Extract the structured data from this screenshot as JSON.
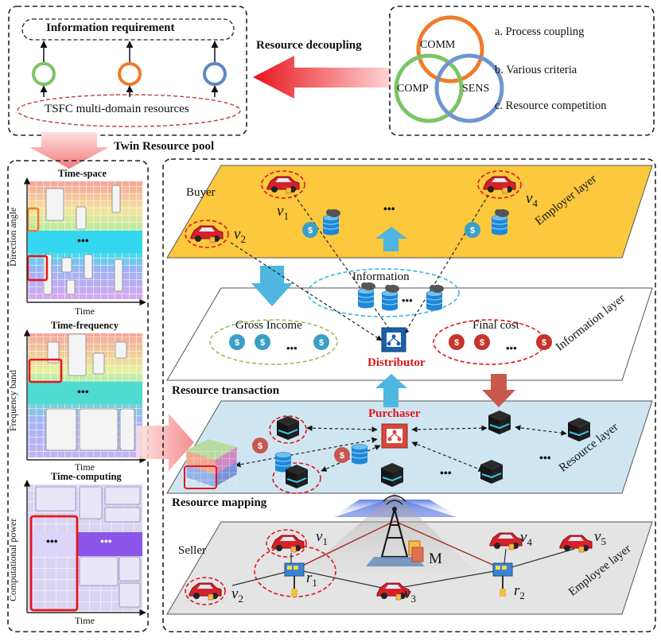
{
  "top_left": {
    "info_requirement": "Information requirement",
    "tsfc_resources": "TSFC multi-domain resources",
    "twin_pool": "Twin Resource pool",
    "ring_colors": [
      "#7cc464",
      "#ef7b2a",
      "#5b89c6"
    ]
  },
  "top_right": {
    "decoupling_label": "Resource decoupling",
    "circles": {
      "comm": "COMM",
      "comp": "COMP",
      "sens": "SENS"
    },
    "challenges": [
      "a. Process coupling",
      "b. Various criteria",
      "c. Resource competition"
    ]
  },
  "left_panel": {
    "time_space": {
      "title": "Time-space",
      "ylabel": "Direction angle",
      "xlabel": "Time",
      "dots": "•••"
    },
    "time_frequency": {
      "title": "Time-frequency",
      "ylabel": "Frequency band",
      "xlabel": "Time",
      "dots": "•••"
    },
    "time_computing": {
      "title": "Time-computing",
      "ylabel": "Computational power",
      "xlabel": "Time",
      "dots_a": "•••",
      "dots_b": "•••"
    }
  },
  "layers": {
    "employer": {
      "name": "Employer layer",
      "buyer": "Buyer",
      "v1": "v",
      "v1_sub": "1",
      "v2": "v",
      "v2_sub": "2",
      "v4": "v",
      "v4_sub": "4",
      "dots": "•••"
    },
    "information": {
      "name": "Information layer",
      "info": "Information",
      "gross_income": "Gross Income",
      "final_cost": "Final cost",
      "distributor": "Distributor",
      "dots": "•••"
    },
    "resource": {
      "name": "Resource layer",
      "purchaser": "Purchaser",
      "dots1": "•••",
      "dots2": "•••"
    },
    "employee": {
      "name": "Employee layer",
      "seller": "Seller",
      "m": "M",
      "v1": "v",
      "v1_sub": "1",
      "v2": "v",
      "v2_sub": "2",
      "v3": "v",
      "v3_sub": "3",
      "v4": "v",
      "v4_sub": "4",
      "v5": "v",
      "v5_sub": "5",
      "r1": "r",
      "r1_sub": "1",
      "r2": "r",
      "r2_sub": "2"
    }
  },
  "section_labels": {
    "transaction": "Resource transaction",
    "mapping": "Resource mapping"
  },
  "colors": {
    "employer_layer": "#fbc83e",
    "info_layer": "#ffffff",
    "resource_layer": "#cfe6f2",
    "employee_layer": "#e4e4e4",
    "arrow_blue": "#4eb6e0",
    "accent_red": "#e0141c",
    "income_green": "#3a9fc4",
    "cost_red": "#c8332c"
  }
}
